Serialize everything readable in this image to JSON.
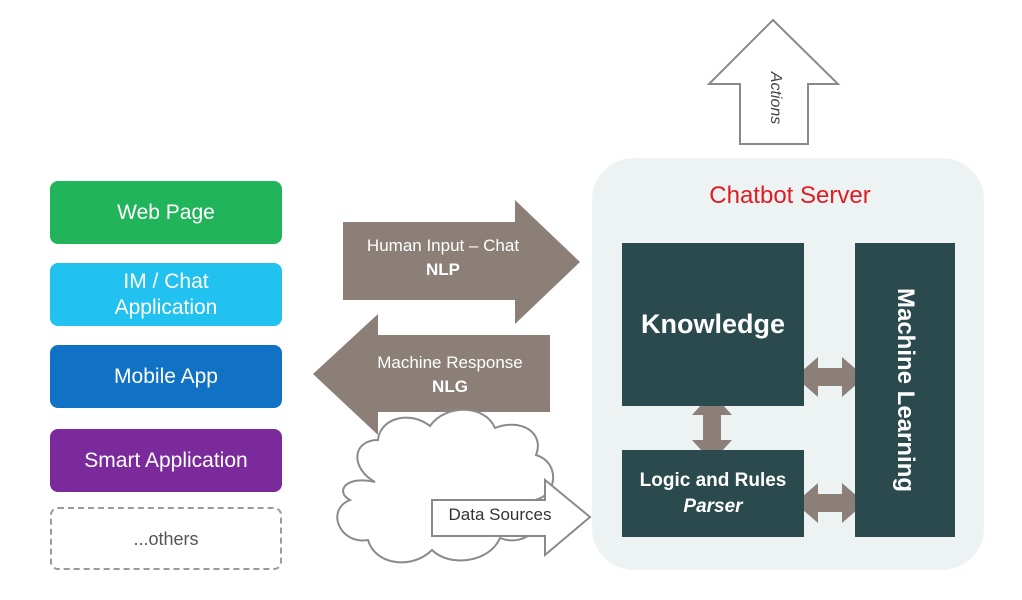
{
  "clients": [
    {
      "label_lines": [
        "Web Page"
      ],
      "color": "#21b45a"
    },
    {
      "label_lines": [
        "IM / Chat",
        "Application"
      ],
      "color": "#21c1f0"
    },
    {
      "label_lines": [
        "Mobile App"
      ],
      "color": "#1171c4"
    },
    {
      "label_lines": [
        "Smart Application"
      ],
      "color": "#7b2a9c"
    },
    {
      "label_lines": [
        "...others"
      ],
      "color": "#ffffff"
    }
  ],
  "server": {
    "title": "Chatbot Server",
    "title_color": "#e01b22",
    "knowledge": "Knowledge",
    "logic_line1": "Logic and Rules",
    "logic_line2": "Parser",
    "machine_learning": "Machine Learning",
    "box_color": "#2b4a4e",
    "panel_color": "#edf3f3"
  },
  "flows": {
    "human_input": "Human Input – Chat",
    "human_input_sub": "NLP",
    "machine_response": "Machine Response",
    "machine_response_sub": "NLG",
    "data_sources": "Data Sources",
    "actions": "Actions",
    "arrow_color": "#8b7f78"
  }
}
